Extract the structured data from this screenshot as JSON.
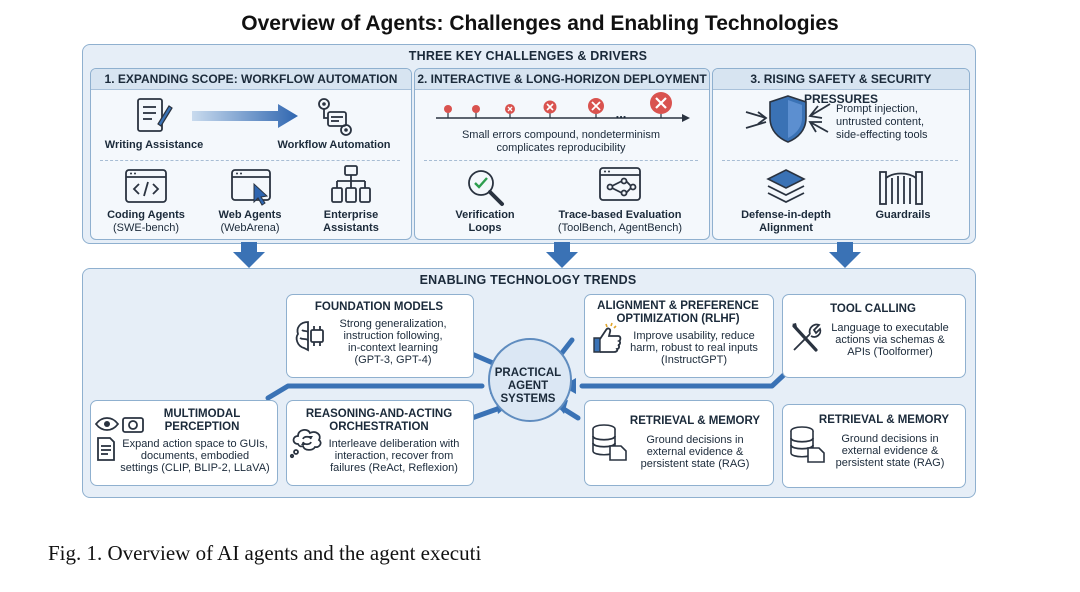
{
  "title": "Overview of Agents: Challenges and Enabling Technologies",
  "challenges": {
    "header": "THREE KEY CHALLENGES & DRIVERS",
    "col1": {
      "title": "1. EXPANDING SCOPE: WORKFLOW AUTOMATION",
      "writing": "Writing Assistance",
      "workflow": "Workflow Automation",
      "coding": "Coding Agents",
      "coding_sub": "(SWE-bench)",
      "web": "Web Agents",
      "web_sub": "(WebArena)",
      "enterprise_l1": "Enterprise",
      "enterprise_l2": "Assistants"
    },
    "col2": {
      "title": "2. INTERACTIVE & LONG-HORIZON DEPLOYMENT",
      "ellipsis": "...",
      "note_l1": "Small errors compound, nondeterminism",
      "note_l2": "complicates reproducibility",
      "verif_l1": "Verification",
      "verif_l2": "Loops",
      "trace": "Trace-based Evaluation",
      "trace_sub": "(ToolBench, AgentBench)"
    },
    "col3": {
      "title": "3. RISING SAFETY & SECURITY PRESSURES",
      "note_l1": "Prompt injection,",
      "note_l2": "untrusted content,",
      "note_l3": "side-effecting tools",
      "defense_l1": "Defense-in-depth",
      "defense_l2": "Alignment",
      "guardrails": "Guardrails"
    }
  },
  "trends": {
    "header": "ENABLING TECHNOLOGY TRENDS",
    "center_l1": "PRACTICAL",
    "center_l2": "AGENT",
    "center_l3": "SYSTEMS",
    "foundation": {
      "title": "FOUNDATION MODELS",
      "l1": "Strong generalization,",
      "l2": "instruction following,",
      "l3": "in-context learning",
      "l4": "(GPT-3, GPT-4)"
    },
    "alignment": {
      "title_l1": "ALIGNMENT & PREFERENCE",
      "title_l2": "OPTIMIZATION (RLHF)",
      "l1": "Improve usability, reduce",
      "l2": "harm, robust to real inputs",
      "l3": "(InstructGPT)"
    },
    "tool": {
      "title": "TOOL CALLING",
      "l1": "Language to executable",
      "l2": "actions via schemas &",
      "l3": "APIs (Toolformer)"
    },
    "multimodal": {
      "title_l1": "MULTIMODAL",
      "title_l2": "PERCEPTION",
      "l1": "Expand action space to GUIs,",
      "l2": "documents, embodied",
      "l3": "settings (CLIP, BLIP-2, LLaVA)"
    },
    "reasoning": {
      "title_l1": "REASONING-AND-ACTING",
      "title_l2": "ORCHESTRATION",
      "l1": "Interleave deliberation with",
      "l2": "interaction, recover from",
      "l3": "failures (ReAct, Reflexion)"
    },
    "retrieval1": {
      "title": "RETRIEVAL & MEMORY",
      "l1": "Ground decisions in",
      "l2": "external evidence &",
      "l3": "persistent state (RAG)"
    },
    "retrieval2": {
      "title": "RETRIEVAL & MEMORY",
      "l1": "Ground decisions in",
      "l2": "external evidence &",
      "l3": "persistent state (RAG)"
    }
  },
  "caption": "Fig. 1.  Overview of AI agents and the agent executi",
  "colors": {
    "panel": "#e6eef7",
    "border": "#8fb0cf",
    "arrow": "#3a72b5",
    "error": "#d9534f"
  }
}
